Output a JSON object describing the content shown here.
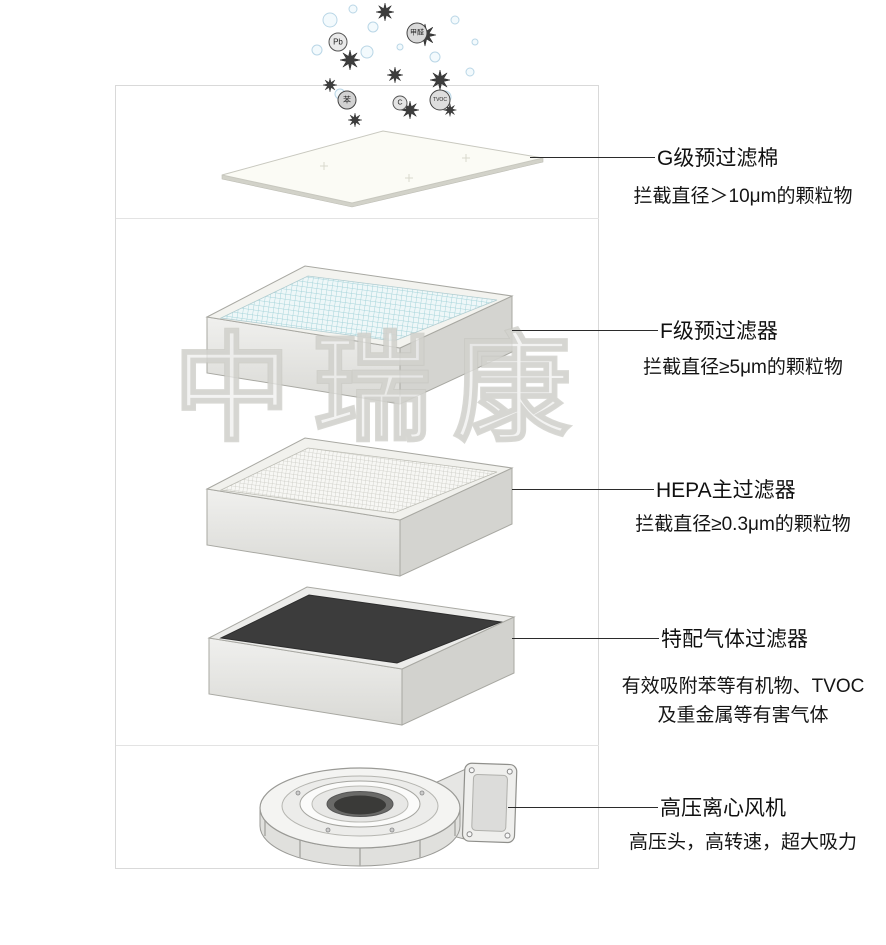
{
  "watermark": "中瑞康",
  "particles": {
    "pb": "Pb",
    "formaldehyde": "甲醛",
    "benzene": "苯",
    "c": "C",
    "tvoc": "TVOC"
  },
  "labels": [
    {
      "title": "G级预过滤棉",
      "desc": [
        "拦截直径＞10μm的颗粒物"
      ]
    },
    {
      "title": "F级预过滤器",
      "desc": [
        "拦截直径≥5μm的颗粒物"
      ]
    },
    {
      "title": "HEPA主过滤器",
      "desc": [
        "拦截直径≥0.3μm的颗粒物"
      ]
    },
    {
      "title": "特配气体过滤器",
      "desc": [
        "有效吸附苯等有机物、TVOC",
        "及重金属等有害气体"
      ]
    },
    {
      "title": "高压离心风机",
      "desc": [
        "高压头，高转速，超大吸力"
      ]
    }
  ]
}
